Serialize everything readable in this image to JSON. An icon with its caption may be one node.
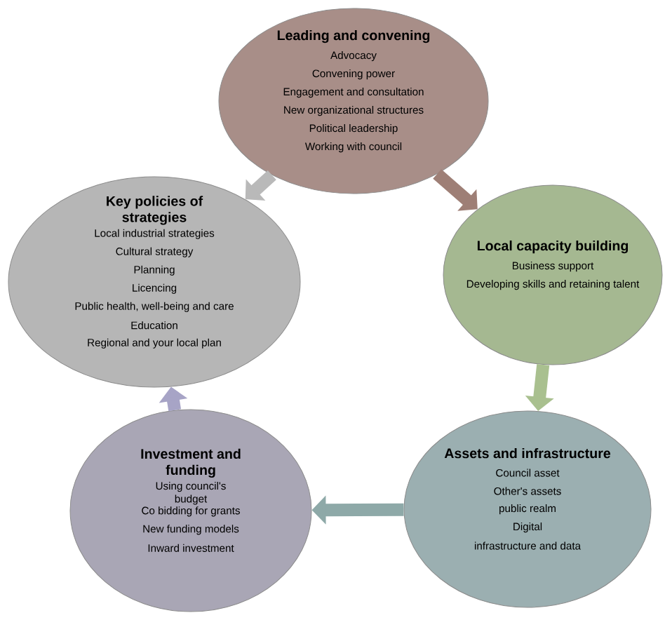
{
  "diagram": {
    "nodes": [
      {
        "text": [
          "Leading and convening",
          "Advocacy",
          "Convening power",
          "Engagement and consultation",
          "New organizational structures",
          "Political leadership",
          "Working with council"
        ]
      },
      {
        "text": [
          "Key policies of strategies",
          "Local industrial strategies",
          "Cultural strategy",
          "Planning",
          "Licencing",
          "Public health, well-being and care",
          "Education",
          "Regional and your local plan"
        ]
      },
      {
        "text": [
          "Local capacity building",
          "Business support",
          "Developing skills and retaining talent"
        ]
      },
      {
        "text": [
          "Investment and funding",
          "Using council's budget",
          "Co bidding for grants",
          "New funding models",
          "Inward investment"
        ]
      },
      {
        "text": [
          "Assets and infrastructure",
          "Council asset",
          "Other's assets",
          "public realm",
          "Digital",
          "infrastructure and data"
        ]
      }
    ],
    "edges": [
      {
        "from": 0,
        "to": 2,
        "arrow": "to",
        "color": "#9e7f76"
      },
      {
        "from": 2,
        "to": 4,
        "arrow": "to",
        "color": "#a9c08f"
      },
      {
        "from": 4,
        "to": 3,
        "arrow": "to",
        "color": "#8ea9a8"
      },
      {
        "from": 3,
        "to": 1,
        "arrow": "to",
        "color": "#a7a4c6"
      },
      {
        "from": 0,
        "to": 1,
        "arrow": "to",
        "color": "#b9b9b9"
      }
    ]
  }
}
